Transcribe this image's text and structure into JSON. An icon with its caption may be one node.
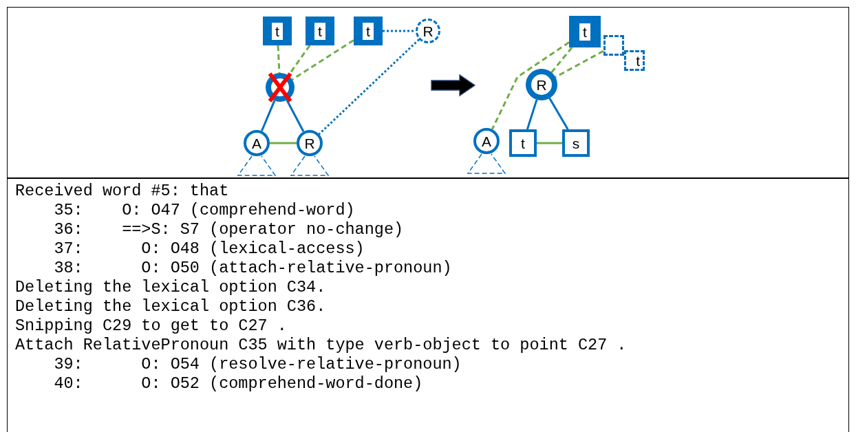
{
  "diagram": {
    "nodes": [
      {
        "text": [
          "t"
        ]
      },
      {
        "text": [
          "t"
        ]
      },
      {
        "text": [
          "t"
        ]
      },
      {
        "text": [
          "R"
        ]
      },
      {
        "text": [],
        "shape": "circle"
      },
      {
        "text": [
          "A"
        ]
      },
      {
        "text": [
          "R"
        ]
      },
      {
        "text": [
          "t"
        ]
      },
      {
        "text": [],
        "shape": "box"
      },
      {
        "text": [
          "t"
        ]
      },
      {
        "text": [
          "R"
        ]
      },
      {
        "text": [
          "A"
        ]
      },
      {
        "text": [
          "t"
        ]
      },
      {
        "text": [
          "s"
        ]
      }
    ],
    "edges": [
      {
        "from": 0,
        "to": 4,
        "arrow": "none",
        "style": "dashed"
      },
      {
        "from": 1,
        "to": 4,
        "arrow": "none",
        "style": "dashed"
      },
      {
        "from": 2,
        "to": 4,
        "arrow": "none",
        "style": "dashed"
      },
      {
        "from": 2,
        "to": 3,
        "arrow": "none",
        "style": "dashed",
        "color": "#0070c0"
      },
      {
        "from": 3,
        "to": 6,
        "arrow": "none",
        "style": "dashed",
        "color": "#0070c0"
      },
      {
        "from": 4,
        "to": 5,
        "arrow": "none",
        "color": "#0070c0"
      },
      {
        "from": 4,
        "to": 6,
        "arrow": "none",
        "color": "#0070c0"
      },
      {
        "from": 5,
        "to": 6,
        "arrow": "none"
      },
      {
        "from": 7,
        "to": 11,
        "arrow": "none",
        "style": "dashed"
      },
      {
        "from": 7,
        "to": 10,
        "arrow": "none",
        "style": "dashed"
      },
      {
        "from": 8,
        "to": 10,
        "arrow": "none",
        "style": "dashed"
      },
      {
        "from": 10,
        "to": 12,
        "arrow": "none",
        "color": "#0070c0"
      },
      {
        "from": 10,
        "to": 13,
        "arrow": "none",
        "color": "#0070c0"
      },
      {
        "from": 12,
        "to": 13,
        "arrow": "none"
      }
    ],
    "labels": [
      "Received word #5: that",
      "    35:    O: O47 (comprehend-word)",
      "    36:    ==>S: S7 (operator no-change)",
      "    37:      O: O48 (lexical-access)",
      "    38:      O: O50 (attach-relative-pronoun)",
      "Deleting the lexical option C34.",
      "Deleting the lexical option C36.",
      "Snipping C29 to get to C27 .",
      "Attach RelativePronoun C35 with type verb-object to point C27 .",
      "    39:      O: O54 (resolve-relative-pronoun)",
      "    40:      O: O52 (comprehend-word-done)"
    ]
  }
}
